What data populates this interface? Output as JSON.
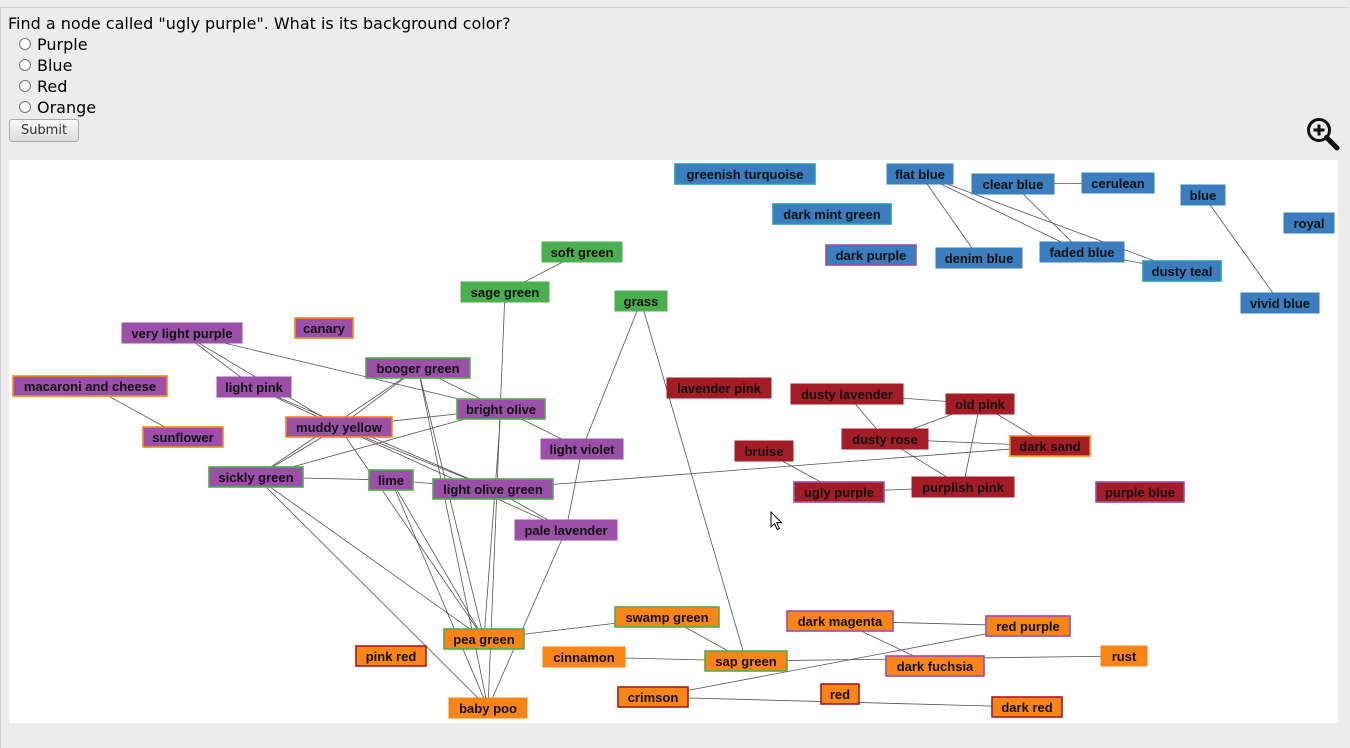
{
  "question": "Find a node called \"ugly purple\". What is its background color?",
  "options": [
    "Purple",
    "Blue",
    "Red",
    "Orange"
  ],
  "submit_label": "Submit",
  "icons": {
    "zoom": "zoom-in-icon",
    "cursor": "mouse-pointer-icon"
  },
  "colors": {
    "purple": "#9b4fa8",
    "blue": "#3a7ebf",
    "red": "#a31c26",
    "orange": "#f98517",
    "green": "#4caf4f",
    "teal": "#2a9bb2"
  },
  "graph": {
    "nodes": [
      {
        "id": "greenish_turquoise",
        "label": "greenish turquoise",
        "color": "blue",
        "border": "teal"
      },
      {
        "id": "flat_blue",
        "label": "flat blue",
        "color": "blue"
      },
      {
        "id": "clear_blue",
        "label": "clear blue",
        "color": "blue"
      },
      {
        "id": "cerulean",
        "label": "cerulean",
        "color": "blue"
      },
      {
        "id": "blue",
        "label": "blue",
        "color": "blue"
      },
      {
        "id": "royal",
        "label": "royal",
        "color": "blue"
      },
      {
        "id": "dark_mint_green",
        "label": "dark mint green",
        "color": "blue",
        "border": "teal"
      },
      {
        "id": "dark_purple",
        "label": "dark purple",
        "color": "blue",
        "border": "purple"
      },
      {
        "id": "denim_blue",
        "label": "denim blue",
        "color": "blue"
      },
      {
        "id": "faded_blue",
        "label": "faded blue",
        "color": "blue"
      },
      {
        "id": "dusty_teal",
        "label": "dusty teal",
        "color": "blue",
        "border": "teal"
      },
      {
        "id": "vivid_blue",
        "label": "vivid blue",
        "color": "blue"
      },
      {
        "id": "soft_green",
        "label": "soft green",
        "color": "green"
      },
      {
        "id": "sage_green",
        "label": "sage green",
        "color": "green"
      },
      {
        "id": "grass",
        "label": "grass",
        "color": "green"
      },
      {
        "id": "very_light_purple",
        "label": "very light purple",
        "color": "purple"
      },
      {
        "id": "canary",
        "label": "canary",
        "color": "purple",
        "border": "orange"
      },
      {
        "id": "booger_green",
        "label": "booger green",
        "color": "purple",
        "border": "green"
      },
      {
        "id": "macaroni_and_cheese",
        "label": "macaroni and cheese",
        "color": "purple",
        "border": "orange"
      },
      {
        "id": "light_pink",
        "label": "light pink",
        "color": "purple"
      },
      {
        "id": "bright_olive",
        "label": "bright olive",
        "color": "purple",
        "border": "green"
      },
      {
        "id": "sunflower",
        "label": "sunflower",
        "color": "purple",
        "border": "orange"
      },
      {
        "id": "muddy_yellow",
        "label": "muddy yellow",
        "color": "purple",
        "border": "orange"
      },
      {
        "id": "light_violet",
        "label": "light violet",
        "color": "purple"
      },
      {
        "id": "sickly_green",
        "label": "sickly green",
        "color": "purple",
        "border": "green"
      },
      {
        "id": "lime",
        "label": "lime",
        "color": "purple",
        "border": "green"
      },
      {
        "id": "light_olive_green",
        "label": "light olive green",
        "color": "purple",
        "border": "green"
      },
      {
        "id": "pale_lavender",
        "label": "pale lavender",
        "color": "purple"
      },
      {
        "id": "lavender_pink",
        "label": "lavender pink",
        "color": "red"
      },
      {
        "id": "dusty_lavender",
        "label": "dusty lavender",
        "color": "red"
      },
      {
        "id": "old_pink",
        "label": "old pink",
        "color": "red"
      },
      {
        "id": "dusty_rose",
        "label": "dusty rose",
        "color": "red"
      },
      {
        "id": "dark_sand",
        "label": "dark sand",
        "color": "red",
        "border": "orange"
      },
      {
        "id": "bruise",
        "label": "bruise",
        "color": "red"
      },
      {
        "id": "ugly_purple",
        "label": "ugly purple",
        "color": "red",
        "border": "purple"
      },
      {
        "id": "purplish_pink",
        "label": "purplish pink",
        "color": "red"
      },
      {
        "id": "purple_blue",
        "label": "purple blue",
        "color": "red",
        "border": "purple"
      },
      {
        "id": "swamp_green",
        "label": "swamp green",
        "color": "orange",
        "border": "green"
      },
      {
        "id": "dark_magenta",
        "label": "dark magenta",
        "color": "orange",
        "border": "purple"
      },
      {
        "id": "red_purple",
        "label": "red purple",
        "color": "orange",
        "border": "purple"
      },
      {
        "id": "pink_red",
        "label": "pink red",
        "color": "orange",
        "border": "red"
      },
      {
        "id": "pea_green",
        "label": "pea green",
        "color": "orange",
        "border": "green"
      },
      {
        "id": "cinnamon",
        "label": "cinnamon",
        "color": "orange"
      },
      {
        "id": "sap_green",
        "label": "sap green",
        "color": "orange",
        "border": "green"
      },
      {
        "id": "dark_fuchsia",
        "label": "dark fuchsia",
        "color": "orange",
        "border": "purple"
      },
      {
        "id": "rust",
        "label": "rust",
        "color": "orange"
      },
      {
        "id": "red",
        "label": "red",
        "color": "orange",
        "border": "red"
      },
      {
        "id": "crimson",
        "label": "crimson",
        "color": "orange",
        "border": "red"
      },
      {
        "id": "baby_poo",
        "label": "baby poo",
        "color": "orange"
      },
      {
        "id": "dark_red",
        "label": "dark red",
        "color": "orange",
        "border": "red"
      }
    ],
    "edges": [
      [
        "flat_blue",
        "denim_blue"
      ],
      [
        "flat_blue",
        "faded_blue"
      ],
      [
        "flat_blue",
        "dusty_teal"
      ],
      [
        "clear_blue",
        "cerulean"
      ],
      [
        "clear_blue",
        "faded_blue"
      ],
      [
        "faded_blue",
        "dusty_teal"
      ],
      [
        "blue",
        "vivid_blue"
      ],
      [
        "soft_green",
        "sage_green"
      ],
      [
        "sage_green",
        "baby_poo"
      ],
      [
        "grass",
        "light_violet"
      ],
      [
        "grass",
        "sap_green"
      ],
      [
        "very_light_purple",
        "light_pink"
      ],
      [
        "very_light_purple",
        "bright_olive"
      ],
      [
        "very_light_purple",
        "muddy_yellow"
      ],
      [
        "macaroni_and_cheese",
        "sunflower"
      ],
      [
        "light_pink",
        "muddy_yellow"
      ],
      [
        "light_pink",
        "light_olive_green"
      ],
      [
        "booger_green",
        "bright_olive"
      ],
      [
        "booger_green",
        "muddy_yellow"
      ],
      [
        "booger_green",
        "sickly_green"
      ],
      [
        "booger_green",
        "pea_green"
      ],
      [
        "booger_green",
        "baby_poo"
      ],
      [
        "bright_olive",
        "muddy_yellow"
      ],
      [
        "bright_olive",
        "light_violet"
      ],
      [
        "bright_olive",
        "sickly_green"
      ],
      [
        "bright_olive",
        "pea_green"
      ],
      [
        "muddy_yellow",
        "sickly_green"
      ],
      [
        "muddy_yellow",
        "light_olive_green"
      ],
      [
        "muddy_yellow",
        "pea_green"
      ],
      [
        "muddy_yellow",
        "pale_lavender"
      ],
      [
        "light_violet",
        "pale_lavender"
      ],
      [
        "sickly_green",
        "lime"
      ],
      [
        "sickly_green",
        "pea_green"
      ],
      [
        "sickly_green",
        "baby_poo"
      ],
      [
        "lime",
        "light_olive_green"
      ],
      [
        "lime",
        "pea_green"
      ],
      [
        "lime",
        "baby_poo"
      ],
      [
        "light_olive_green",
        "pale_lavender"
      ],
      [
        "light_olive_green",
        "dark_sand"
      ],
      [
        "pale_lavender",
        "baby_poo"
      ],
      [
        "dusty_lavender",
        "old_pink"
      ],
      [
        "dusty_lavender",
        "dusty_rose"
      ],
      [
        "old_pink",
        "dusty_rose"
      ],
      [
        "old_pink",
        "dark_sand"
      ],
      [
        "old_pink",
        "purplish_pink"
      ],
      [
        "dusty_rose",
        "dark_sand"
      ],
      [
        "dusty_rose",
        "purplish_pink"
      ],
      [
        "bruise",
        "ugly_purple"
      ],
      [
        "ugly_purple",
        "purplish_pink"
      ],
      [
        "pea_green",
        "swamp_green"
      ],
      [
        "swamp_green",
        "sap_green"
      ],
      [
        "cinnamon",
        "sap_green"
      ],
      [
        "sap_green",
        "rust"
      ],
      [
        "dark_magenta",
        "red_purple"
      ],
      [
        "dark_magenta",
        "dark_fuchsia"
      ],
      [
        "red_purple",
        "crimson"
      ],
      [
        "crimson",
        "dark_red"
      ]
    ]
  }
}
